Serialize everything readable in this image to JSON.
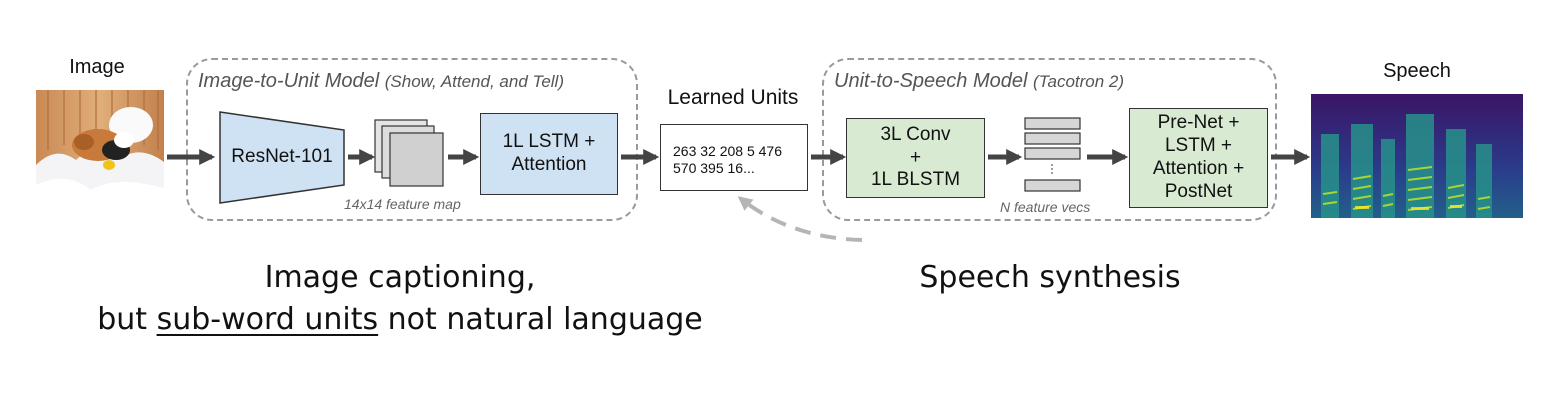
{
  "image_label": "Image",
  "speech_label": "Speech",
  "learned_units_label": "Learned Units",
  "image_to_unit": {
    "title": "Image-to-Unit Model",
    "subtitle": "(Show, Attend, and Tell)",
    "resnet_label": "ResNet-101",
    "feature_map_caption": "14x14 feature map",
    "lstm_label": "1L LSTM +\nAttention"
  },
  "units": {
    "line1": "263 32 208 5 476",
    "line2": "570 395 16..."
  },
  "unit_to_speech": {
    "title": "Unit-to-Speech Model",
    "subtitle": "(Tacotron 2)",
    "conv_label": "3L Conv\n+\n1L BLSTM",
    "feature_vecs_caption": "N feature vecs",
    "prenet_label": "Pre-Net +\nLSTM +\nAttention +\nPostNet"
  },
  "bottom": {
    "captioning_line1": "Image captioning,",
    "captioning_prefix": "but ",
    "captioning_underlined": "sub-word units",
    "captioning_suffix": " not natural language",
    "synthesis": "Speech synthesis"
  },
  "colors": {
    "model_blue": "#cfe2f3",
    "model_green": "#d9ead3",
    "arrow": "#444444",
    "dashed_feedback": "#b5b5b5"
  }
}
